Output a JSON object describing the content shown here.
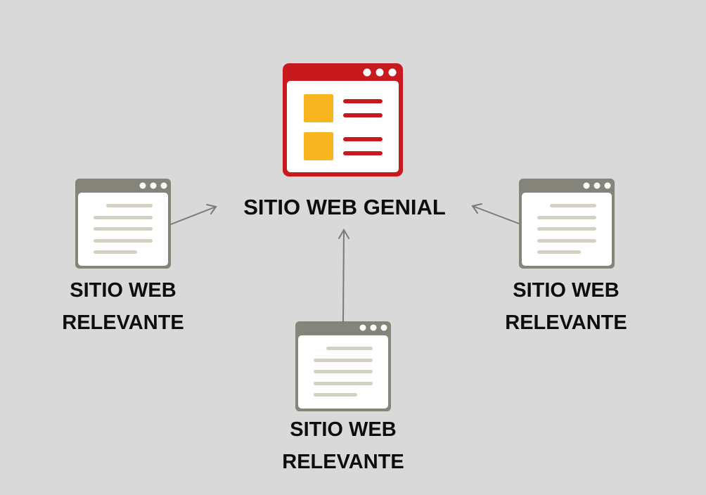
{
  "diagram": {
    "center": {
      "label": "SITIO WEB GENIAL",
      "icon": "featured-website-icon"
    },
    "nodes": [
      {
        "label_line1": "SITIO WEB",
        "label_line2": "RELEVANTE",
        "icon": "webpage-icon",
        "position": "left"
      },
      {
        "label_line1": "SITIO WEB",
        "label_line2": "RELEVANTE",
        "icon": "webpage-icon",
        "position": "bottom"
      },
      {
        "label_line1": "SITIO WEB",
        "label_line2": "RELEVANTE",
        "icon": "webpage-icon",
        "position": "right"
      }
    ],
    "colors": {
      "background": "#d9d9d9",
      "center_frame": "#c8191e",
      "center_blocks": "#f7b520",
      "node_frame": "#84847a",
      "node_lines": "#d4d1c4",
      "arrow": "#7a7a7a"
    }
  }
}
